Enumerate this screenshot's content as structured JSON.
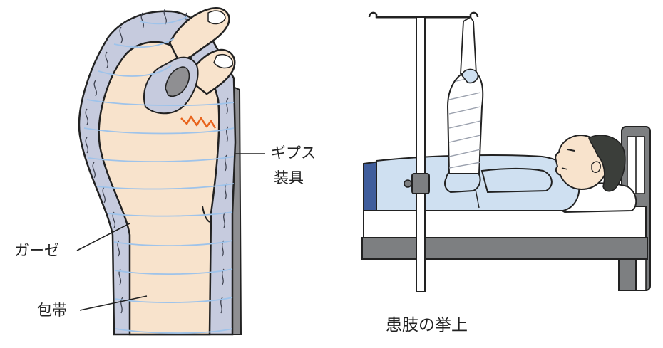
{
  "labels": {
    "cast_line1": "ギプス",
    "cast_line2": "装具",
    "gauze": "ガーゼ",
    "bandage": "包帯",
    "caption": "患肢の挙上"
  },
  "colors": {
    "skin": "#f8e3cc",
    "gauze": "#c6cbde",
    "bandage_line": "#9ec3ea",
    "cast_gray": "#8f8f92",
    "pain_mark": "#e8641c",
    "gown": "#cfe0f1",
    "bed_frame": "#7d7f81",
    "hair": "#3b3e3a",
    "outline": "#222222"
  }
}
